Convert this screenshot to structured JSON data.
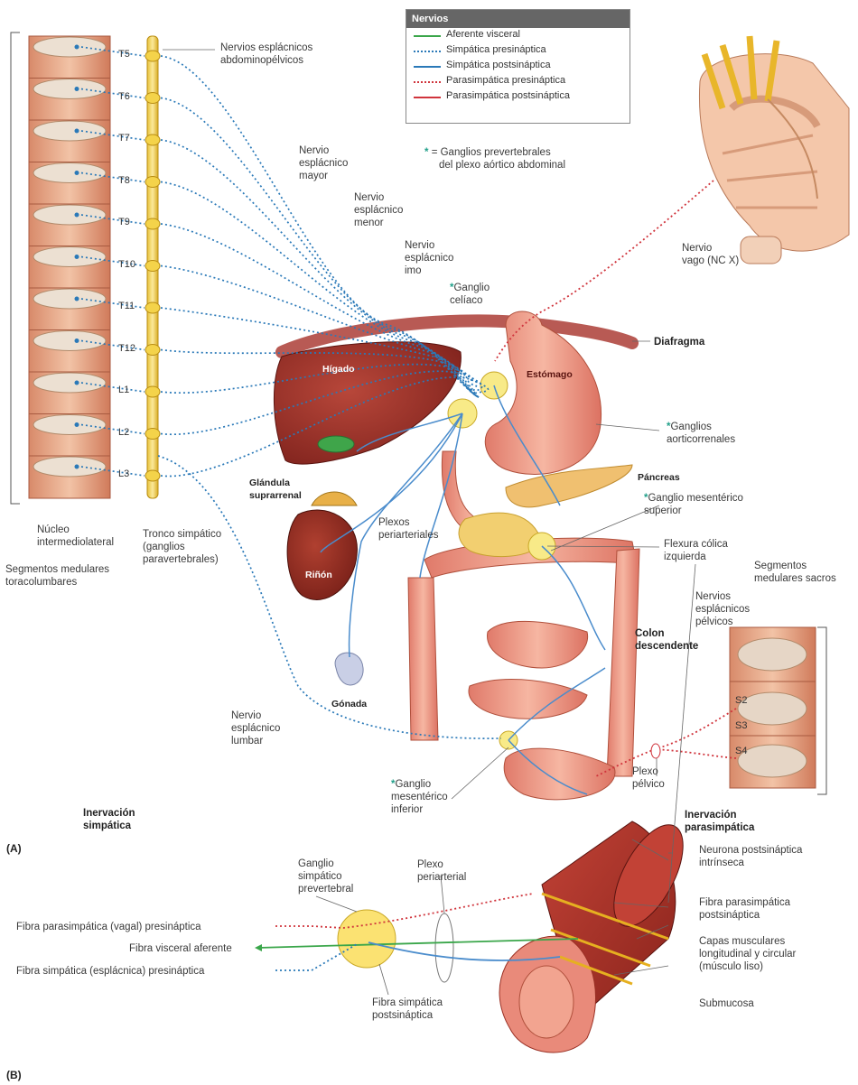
{
  "legend": {
    "title": "Nervios",
    "items": [
      {
        "label": "Aferente visceral",
        "color": "#3aa64a",
        "style": "solid"
      },
      {
        "label": "Simpática presináptica",
        "color": "#2a79b8",
        "style": "dotted"
      },
      {
        "label": "Simpática postsináptica",
        "color": "#2a79b8",
        "style": "solid"
      },
      {
        "label": "Parasimpática presináptica",
        "color": "#d0343c",
        "style": "dotted"
      },
      {
        "label": "Parasimpática postsináptica",
        "color": "#d0343c",
        "style": "solid"
      }
    ]
  },
  "star_note": {
    "star": "*",
    "line1": "= Ganglios prevertebrales",
    "line2": "del plexo aórtico abdominal"
  },
  "segments": [
    "T5",
    "T6",
    "T7",
    "T8",
    "T9",
    "T10",
    "T11",
    "T12",
    "L1",
    "L2",
    "L3"
  ],
  "sacral_segments": [
    "S2",
    "S3",
    "S4"
  ],
  "labels": {
    "abdominopelvic_1": "Nervios esplácnicos",
    "abdominopelvic_2": "abdominopélvicos",
    "mayor_1": "Nervio",
    "mayor_2": "esplácnico",
    "mayor_3": "mayor",
    "menor_1": "Nervio",
    "menor_2": "esplácnico",
    "menor_3": "menor",
    "imo_1": "Nervio",
    "imo_2": "esplácnico",
    "imo_3": "imo",
    "vago_1": "Nervio",
    "vago_2": "vago (NC X)",
    "celiaco_1": "Ganglio",
    "celiaco_2": "celíaco",
    "diafragma": "Diafragma",
    "higado": "Hígado",
    "estomago": "Estómago",
    "aorticorrenales_1": "Ganglios",
    "aorticorrenales_2": "aorticorrenales",
    "pancreas": "Páncreas",
    "mesent_sup_1": "Ganglio mesentérico",
    "mesent_sup_2": "superior",
    "flexura_1": "Flexura cólica",
    "flexura_2": "izquierda",
    "glandula_1": "Glándula",
    "glandula_2": "suprarrenal",
    "plexos_1": "Plexos",
    "plexos_2": "periarteriales",
    "rinon": "Riñón",
    "gonada": "Gónada",
    "nucleo_1": "Núcleo",
    "nucleo_2": "intermediolateral",
    "tronco_1": "Tronco simpático",
    "tronco_2": "(ganglios",
    "tronco_3": "paravertebrales)",
    "segmentos_tl_1": "Segmentos medulares",
    "segmentos_tl_2": "toracolumbares",
    "segmentos_sac_1": "Segmentos",
    "segmentos_sac_2": "medulares sacros",
    "pelvicos_1": "Nervios",
    "pelvicos_2": "esplácnicos",
    "pelvicos_3": "pélvicos",
    "colon_1": "Colon",
    "colon_2": "descendente",
    "lumbar_1": "Nervio",
    "lumbar_2": "esplácnico",
    "lumbar_3": "lumbar",
    "mesent_inf_1": "Ganglio",
    "mesent_inf_2": "mesentérico",
    "mesent_inf_3": "inferior",
    "plexo_pelvico_1": "Plexo",
    "plexo_pelvico_2": "pélvico",
    "inerv_simp_1": "Inervación",
    "inerv_simp_2": "simpática",
    "inerv_para_1": "Inervación",
    "inerv_para_2": "parasimpática",
    "panel_a": "(A)",
    "panel_b": "(B)",
    "ganglio_prev_1": "Ganglio",
    "ganglio_prev_2": "simpático",
    "ganglio_prev_3": "prevertebral",
    "plexo_peri_1": "Plexo",
    "plexo_peri_2": "periarterial",
    "fibra_para": "Fibra parasimpática (vagal) presináptica",
    "fibra_visceral": "Fibra visceral aferente",
    "fibra_simp": "Fibra simpática (esplácnica) presináptica",
    "fibra_simp_post_1": "Fibra simpática",
    "fibra_simp_post_2": "postsináptica",
    "neurona_1": "Neurona postsináptica",
    "neurona_2": "intrínseca",
    "fibra_para_post_1": "Fibra parasimpática",
    "fibra_para_post_2": "postsináptica",
    "capas_1": "Capas musculares",
    "capas_2": "longitudinal y circular",
    "capas_3": "(músculo liso)",
    "submucosa": "Submucosa"
  }
}
